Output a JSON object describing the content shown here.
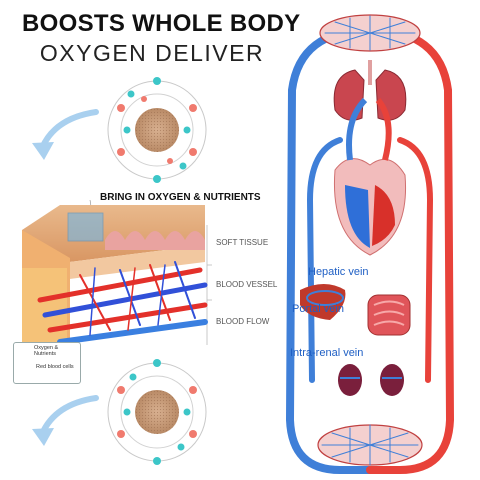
{
  "header": {
    "title_line1": "BOOSTS WHOLE BODY",
    "title_line2": "OXYGEN DELIVER"
  },
  "panel": {
    "bring_in": "BRING IN OXYGEN & NUTRIENTS",
    "layers": [
      "SOFT TISSUE",
      "BLOOD VESSEL",
      "BLOOD FLOW"
    ]
  },
  "legend": {
    "items": [
      {
        "label": "Oxygen & Nutrients",
        "color": "#1c2fd6"
      },
      {
        "label": "Red blood cells",
        "color": "#e8141c"
      }
    ]
  },
  "circulation": {
    "labels": {
      "hepatic": "Hepatic vein",
      "portal": "Portal vein",
      "intrarenal": "Intra-renal vein"
    }
  },
  "colors": {
    "artery": "#e8423a",
    "vein": "#3f7fd8",
    "label_blue": "#1f5fc4",
    "arrow": "#a9d0ef",
    "molecule_red": "#f07a6e",
    "molecule_teal": "#3cc6c8"
  },
  "icons": [
    "cell-diagram-icon",
    "curved-arrow-icon",
    "heart-icon",
    "lung-icon",
    "liver-icon",
    "intestine-icon",
    "kidney-icon"
  ]
}
